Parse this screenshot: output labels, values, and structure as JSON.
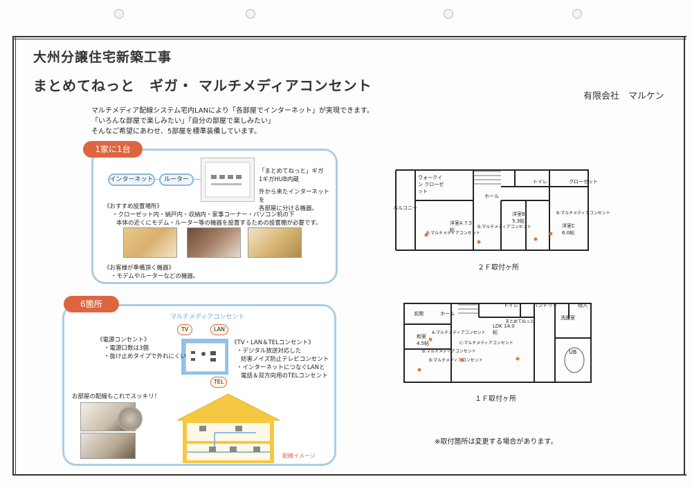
{
  "header": {
    "title": "大州分譲住宅新築工事",
    "subtitle": "まとめてねっと　ギガ・ マルチメディアコンセント",
    "company": "有限会社　マルケン"
  },
  "intro": {
    "line1": "マルチメディア配線システム宅内LANにより「各部屋でインターネット」が実現できます。",
    "line2": "「いろんな部屋で楽しみたい」「自分の部屋で楽しみたい」",
    "line3": "そんなご希望にあわせ、5部屋を標準装備しています。"
  },
  "panel1": {
    "badge": "1家に1台",
    "internet": "インターネット",
    "router": "ルーター",
    "device_name": "「まとめてねっと」ギガ",
    "device_spec": "1ギガHUB内蔵",
    "device_desc1": "外から来たインターネットを",
    "device_desc2": "各部屋に分ける機器。",
    "recommend_title": "《おすすめ設置場所》",
    "recommend_1": "・クローゼット内・納戸内・収納内・家事コーナー・パソコン机の下",
    "recommend_2": "本体の近くにモデム・ルーター等の機器を設置するための設置棚が必要です。",
    "customer_title": "《お客様が準備頂く機器》",
    "customer_1": "・モデムやルーターなどの機器。"
  },
  "panel2": {
    "badge": "6箇所",
    "heading": "マルチメディアコンセント",
    "tv": "TV",
    "lan": "LAN",
    "tel": "TEL",
    "power_title": "《電源コンセント》",
    "power_1": "・電源口数は3個",
    "power_2": "・抜け止めタイプで外れにくい",
    "tvlan_title": "《TV・LAN＆TELコンセント》",
    "tvlan_1": "・デジタル放送対応した",
    "tvlan_2": "妨害ノイズ防止テレビコンセント",
    "tvlan_3": "・インターネットにつなぐLANと",
    "tvlan_4": "電話＆双方向用のTELコンセント",
    "wiring": "お部屋の配線もこれでスッキリ！",
    "wiring_image": "配線イメージ"
  },
  "floor2": {
    "caption": "２Ｆ取付ヶ所",
    "rooms": [
      "ウォークイン クローゼット",
      "洋室A 7.5帖",
      "洋室B 5.3帖",
      "洋室C 6.0帖",
      "ホール",
      "トイレ",
      "クローゼット",
      "バルコニー"
    ],
    "outlets": [
      "B:マルチメディアコンセント",
      "B:マルチメディアコンセント",
      "B:マルチメディアコンセント"
    ]
  },
  "floor1": {
    "caption": "１Ｆ取付ヶ所",
    "rooms": [
      "玄関",
      "ホール",
      "和室 4.5帖",
      "LDK 14.0帖",
      "トイレ",
      "パントリー",
      "洗面室",
      "物入",
      "UB",
      "まとめてねっと"
    ],
    "outlets": [
      "A:マルチメディアコンセント",
      "C:マルチメディアコンセント",
      "B:マルチメディアコンセント",
      "B:マルチメディアコンセント"
    ]
  },
  "note": "※取付箇所は変更する場合があります。"
}
